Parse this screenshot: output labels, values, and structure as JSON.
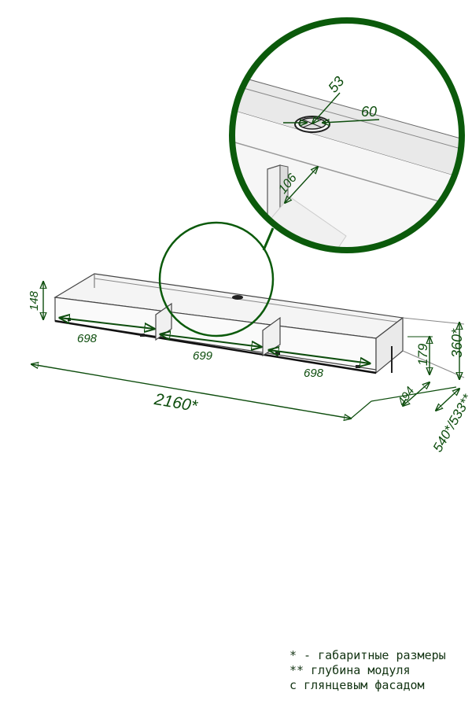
{
  "colors": {
    "dimension": "#0d4d0d",
    "callout_ring": "#0b5a0b",
    "outline": "#444444",
    "panel_fill": "#f2f2f2"
  },
  "dimensions": {
    "height_left": "148",
    "section_left": "698",
    "section_middle": "699",
    "section_right": "698",
    "total_width": "2160*",
    "inner_height": "179",
    "total_height": "360*",
    "depth_inner": "494",
    "depth_total": "540*/533**"
  },
  "callout": {
    "angle_label": "53",
    "hole_label": "60",
    "offset_label": "106"
  },
  "notes": [
    "* - габаритные размеры",
    "** глубина модуля",
    "с глянцевым фасадом"
  ]
}
